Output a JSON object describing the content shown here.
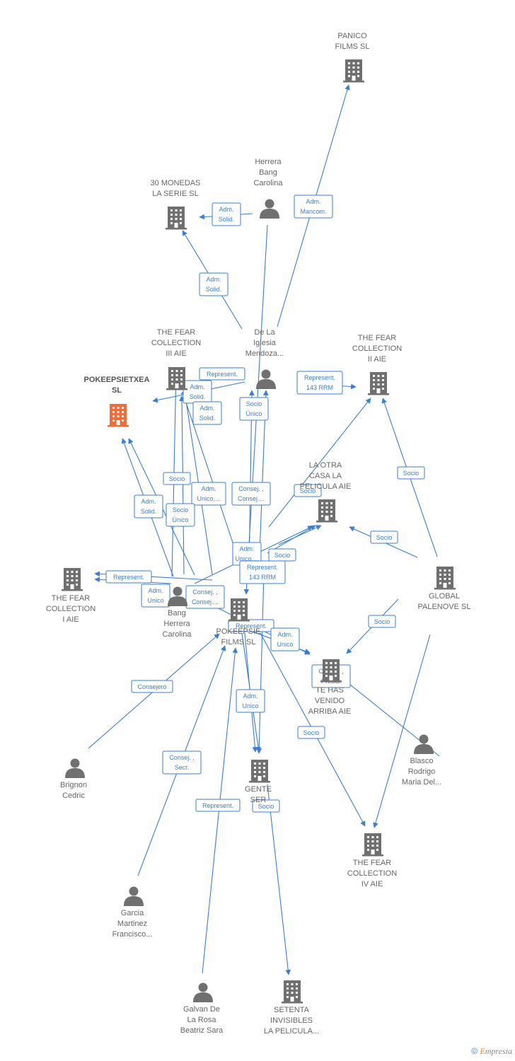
{
  "colors": {
    "edge": "#3a7fd5",
    "node": "#707070",
    "main": "#f26b3a",
    "text": "#666666"
  },
  "nodes": [
    {
      "id": "panico",
      "type": "company",
      "lines": [
        "PANICO",
        "FILMS SL"
      ]
    },
    {
      "id": "monedas",
      "type": "company",
      "lines": [
        "30 MONEDAS",
        "LA SERIE  SL"
      ]
    },
    {
      "id": "herrera",
      "type": "person",
      "lines": [
        "Herrera",
        "Bang",
        "Carolina"
      ]
    },
    {
      "id": "fear3",
      "type": "company",
      "lines": [
        "THE FEAR",
        "COLLECTION",
        "III AIE"
      ]
    },
    {
      "id": "delaiglesia",
      "type": "person",
      "lines": [
        "De La",
        "Iglesia",
        "Mendoza..."
      ]
    },
    {
      "id": "fear2",
      "type": "company",
      "lines": [
        "THE FEAR",
        "COLLECTION",
        "II AIE"
      ]
    },
    {
      "id": "pokeepsietxea",
      "type": "main",
      "lines": [
        "POKEEPSIETXEA",
        "SL"
      ]
    },
    {
      "id": "otracasa",
      "type": "company",
      "lines": [
        "LA OTRA",
        "CASA LA",
        "PELICULA AIE"
      ]
    },
    {
      "id": "fear1",
      "type": "company",
      "lines": [
        "THE FEAR",
        "COLLECTION",
        "I AIE"
      ]
    },
    {
      "id": "bang",
      "type": "person",
      "lines": [
        "Bang",
        "Herrera",
        "Carolina"
      ]
    },
    {
      "id": "pokfilms",
      "type": "company",
      "lines": [
        "POKEEPSIE",
        "FILMS SL"
      ]
    },
    {
      "id": "global",
      "type": "company",
      "lines": [
        "GLOBAL",
        "PALENOVE  SL"
      ]
    },
    {
      "id": "tehas",
      "type": "company",
      "lines": [
        "TE HAS",
        "VENIDO",
        "ARRIBA AIE"
      ]
    },
    {
      "id": "blasco",
      "type": "person",
      "lines": [
        "Blasco",
        "Rodrigo",
        "Maria Del..."
      ]
    },
    {
      "id": "brignon",
      "type": "person",
      "lines": [
        "Brignon",
        "Cedric"
      ]
    },
    {
      "id": "gente",
      "type": "company",
      "lines": [
        "GENTE",
        "SER"
      ]
    },
    {
      "id": "fear4",
      "type": "company",
      "lines": [
        "THE FEAR",
        "COLLECTION",
        "IV AIE"
      ]
    },
    {
      "id": "garcia",
      "type": "person",
      "lines": [
        "Garcia",
        "Martinez",
        "Francisco..."
      ]
    },
    {
      "id": "galvan",
      "type": "person",
      "lines": [
        "Galvan De",
        "La Rosa",
        "Beatriz Sara"
      ]
    },
    {
      "id": "setenta",
      "type": "company",
      "lines": [
        "SETENTA",
        "INVISIBLES",
        "LA PELICULA..."
      ]
    }
  ],
  "edge_labels": [
    [
      "Adm.",
      "Solid."
    ],
    [
      "Adm.",
      "Mancom."
    ],
    [
      "Adm.",
      "Solid."
    ],
    [
      "Represent."
    ],
    [
      "Adm.",
      "Solid."
    ],
    [
      "Socio",
      "Único"
    ],
    [
      "Represent.",
      "143 RRM"
    ],
    [
      "Adm.",
      "Solid."
    ],
    [
      "Socio"
    ],
    [
      "Socio"
    ],
    [
      "Adm.",
      "Unico,..."
    ],
    [
      "Consej. ,",
      "Consej...."
    ],
    [
      "Adm.",
      "Solid."
    ],
    [
      "Socio",
      "Único"
    ],
    [
      "Socio"
    ],
    [
      "Adm.",
      "Unico,..."
    ],
    [
      "Socio"
    ],
    [
      "Represent.",
      "143 RRM"
    ],
    [
      "Represent."
    ],
    [
      "Adm.",
      "Unico"
    ],
    [
      "Consej. ,",
      "Consej...."
    ],
    [
      "Socio"
    ],
    [
      "Represent."
    ],
    [
      "Adm.",
      "Unico"
    ],
    [
      "Consej. ,",
      "Presid."
    ],
    [
      "Socio"
    ],
    [
      "Consejero"
    ],
    [
      "Adm.",
      "Unico"
    ],
    [
      "Socio"
    ],
    [
      "Consej. ,",
      "Secr."
    ],
    [
      "Represent."
    ],
    [
      "Socio"
    ]
  ],
  "footer": {
    "copyright": "©",
    "brand_initial": "E",
    "brand_rest": "mpresia"
  }
}
